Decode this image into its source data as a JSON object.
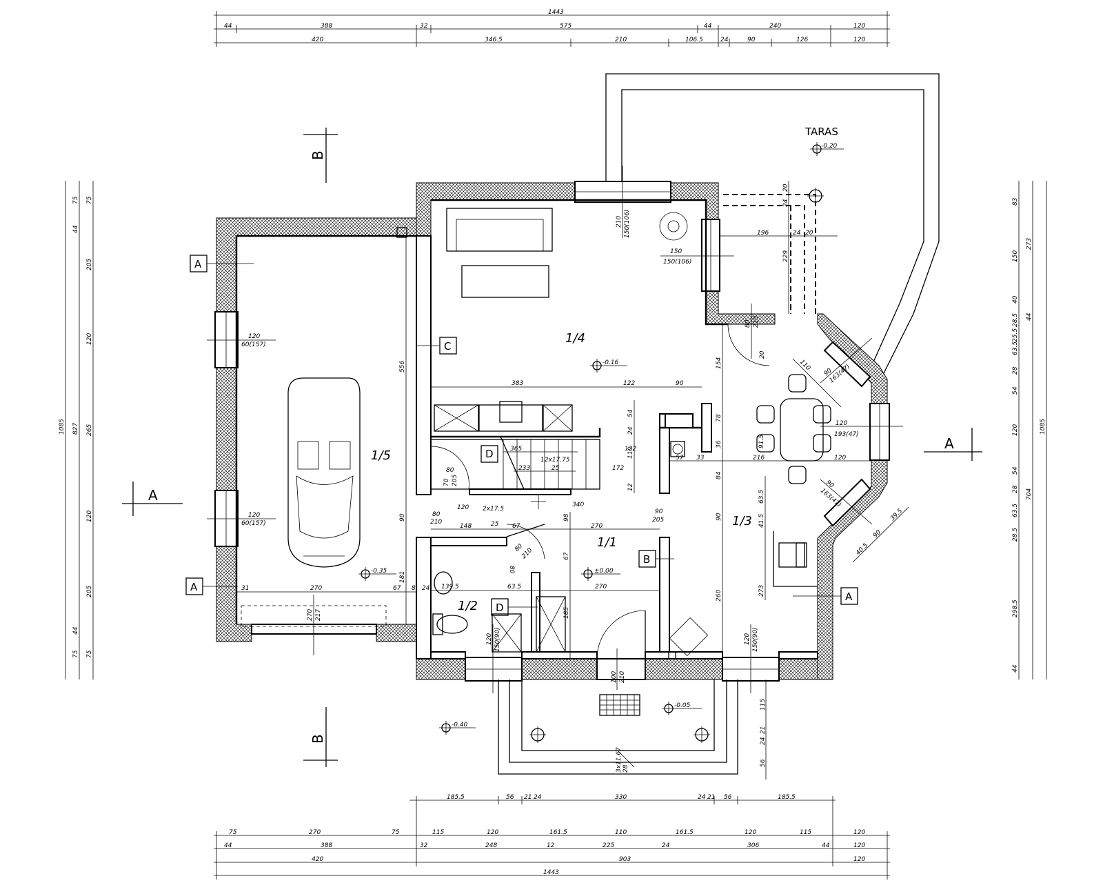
{
  "dims_top": {
    "total": "1443",
    "row1": [
      "44",
      "388",
      "32",
      "575",
      "44",
      "240",
      "120"
    ],
    "row2": [
      "420",
      "346.5",
      "210",
      "106.5",
      "24",
      "90",
      "126",
      "120"
    ]
  },
  "dims_bottom": {
    "row0": [
      "185.5",
      "56",
      "21",
      "24",
      "330",
      "24",
      "21",
      "56",
      "185.5"
    ],
    "row1": [
      "75",
      "270",
      "75",
      "115",
      "120",
      "161.5",
      "110",
      "161.5",
      "120",
      "115",
      "120"
    ],
    "row2": [
      "44",
      "388",
      "32",
      "248",
      "12",
      "225",
      "24",
      "306",
      "44",
      "120"
    ],
    "row3": [
      "420",
      "903",
      "120"
    ],
    "total": "1443"
  },
  "dims_left": {
    "total": "1085",
    "mid": "827",
    "chain": [
      "75",
      "44",
      "205",
      "120",
      "265",
      "120",
      "205",
      "44",
      "75"
    ],
    "outer": [
      "75",
      "75"
    ]
  },
  "dims_right": {
    "total": "1085",
    "chain_a": [
      "83",
      "150",
      "40",
      "28.5",
      "25.5",
      "63.5",
      "28",
      "54",
      "120",
      "54",
      "28",
      "63.5",
      "28.5",
      "298.5",
      "44"
    ],
    "chain_b": [
      "273",
      "44",
      "704"
    ]
  },
  "rooms": {
    "garage": "1/5",
    "living": "1/4",
    "dining": "1/3",
    "hall": "1/1",
    "bath": "1/2"
  },
  "terrace": {
    "label": "TARAS",
    "level": "-0.20"
  },
  "levels": {
    "living": "-0.16",
    "hall": "±0.00",
    "garage": "-0.35",
    "porch": "-0.05",
    "ground": "-0.40"
  },
  "sections": {
    "A": "A",
    "B": "B",
    "C": "C",
    "D": "D"
  },
  "labels": {
    "win_garage_1a": "120",
    "win_garage_1b": "60(157)",
    "win_garage_2a": "120",
    "win_garage_2b": "60(157)",
    "garage_door_a": "270",
    "garage_door_b": "217",
    "garage_width": "270",
    "garage_31": "31",
    "garage_67": "67",
    "garage_8": "8",
    "garage_24": "24",
    "garage_556": "556",
    "garage_90": "90",
    "garage_181": "181",
    "living_win_a": "210",
    "living_win_b": "150(106)",
    "living_win2_a": "150",
    "living_win2_b": "150(106)",
    "living_383": "383",
    "living_122": "122",
    "living_90": "90",
    "stairs_a": "12x17.75",
    "stairs_b": "25",
    "stairs_365": "365",
    "stairs_233": "233",
    "stairs_172": "172",
    "stairs_122": "122",
    "stairs_2x": "2x17.5",
    "stairs_25": "25",
    "door_80_205_a": "80",
    "door_80_205_b": "70",
    "door_80_205_c": "205",
    "door_80_210_a": "80",
    "door_80_210_b": "210",
    "hall_148": "148",
    "hall_340": "340",
    "hall_90": "90",
    "hall_205": "205",
    "hall_67": "67",
    "hall_270": "270",
    "hall_98": "98",
    "hall_67b": "67",
    "hall_185": "185",
    "hall_270b": "270",
    "bath_139": "139.5",
    "bath_63": "63.5",
    "bath_win_a": "120",
    "bath_win_b": "150(90)",
    "bath_door_a": "80",
    "bath_door_b": "210",
    "entry_door_a": "100",
    "entry_door_b": "210",
    "dining_win_a": "120",
    "dining_win_b": "150(90)",
    "dining_door_a": "80",
    "dining_door_b": "210",
    "dining_154": "154",
    "dining_78": "78",
    "dining_36": "36",
    "dining_84": "84",
    "dining_90": "90",
    "dining_260": "260",
    "dining_273": "273",
    "dining_216": "216",
    "dining_120": "120",
    "dining_57": "57",
    "dining_33": "33",
    "bay_120": "120",
    "bay_193": "193(47)",
    "bay_90a": "90",
    "bay_163a": "163(47)",
    "bay_90b": "90",
    "bay_163b": "163(47)",
    "bay_110": "110",
    "bay_40": "40.5",
    "bay_39": "39.5",
    "bay_90c": "90",
    "terr_196": "196",
    "terr_24": "24",
    "terr_20": "20",
    "terr_229": "229",
    "terr_24v": "24",
    "terr_20v": "20",
    "porch_115": "115",
    "porch_21": "21",
    "porch_24": "24",
    "porch_56": "56",
    "porch_steps_a": "3x11.67",
    "porch_steps_b": "28",
    "col_54": "54",
    "col_24": "24",
    "col_110": "110",
    "col_12": "12",
    "col_91": "91.5",
    "col_63": "63.5",
    "col_41": "41.5",
    "col_120": "120",
    "col_80": "80"
  },
  "colors": {
    "line": "#000000",
    "background": "#ffffff"
  }
}
